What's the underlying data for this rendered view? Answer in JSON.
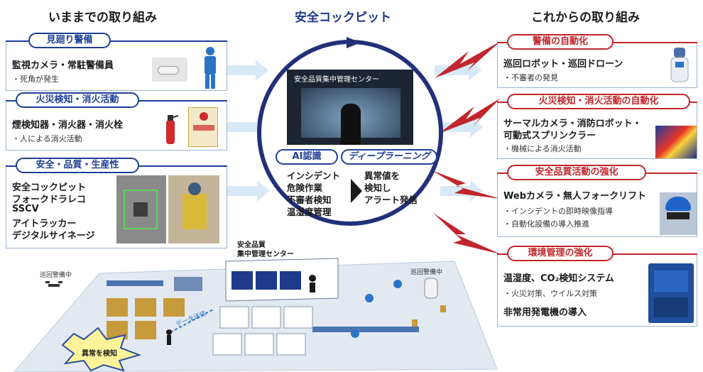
{
  "headers": {
    "left": "いままでの取り組み",
    "center": "安全コックピット",
    "right": "これからの取り組み"
  },
  "left_cards": [
    {
      "title": "見廻り警備",
      "lines": [
        "監視カメラ・常駐警備員"
      ],
      "sub": "・死角が発生"
    },
    {
      "title": "火災検知・消火活動",
      "lines": [
        "煙検知器・消火器・消火栓"
      ],
      "sub": "・人による消火活動"
    },
    {
      "title": "安全・品質・生産性",
      "lines": [
        "安全コックピット",
        "フォークドラレコ",
        "SSCV",
        "アイトラッカー",
        "デジタルサイネージ"
      ],
      "sub": ""
    }
  ],
  "right_cards": [
    {
      "title": "警備の自動化",
      "lines": [
        "巡回ロボット・巡回ドローン"
      ],
      "sub": "・不審者の発見"
    },
    {
      "title": "火災検知・消火活動の自動化",
      "lines": [
        "サーマルカメラ・消防ロボット・",
        "可動式スプリンクラー"
      ],
      "sub": "・機械による消火活動"
    },
    {
      "title": "安全品質活動の強化",
      "lines": [
        "Webカメラ・無人フォークリフト"
      ],
      "subs": [
        "・インシデントの即時映像指導",
        "・自動化設備の導入推進"
      ]
    },
    {
      "title": "環境管理の強化",
      "lines": [
        "温湿度、CO₂検知システム"
      ],
      "sub": "・火災対策、ウイルス対策",
      "extra": "非常用発電機の導入"
    }
  ],
  "cockpit": {
    "screen_label": "安全品質集中管理センター",
    "tag_ai": "AI認識",
    "tag_dl": "ディープラーニング",
    "detect": [
      "インシデント",
      "危険作業",
      "不審者検知",
      "温湿度管理"
    ],
    "actions": [
      "異常値を",
      "検知し",
      "アラート発信"
    ]
  },
  "warehouse": {
    "center_label_1": "安全品質",
    "center_label_2": "集中管理センター",
    "patrol_left": "巡回警備中",
    "patrol_right": "巡回警備中",
    "data_send": "データ送信",
    "anomaly": "異常を検知"
  },
  "colors": {
    "accent_blue": "#1f3f97",
    "accent_red": "#c0262c",
    "arrow_light": "#d7e9f6"
  }
}
